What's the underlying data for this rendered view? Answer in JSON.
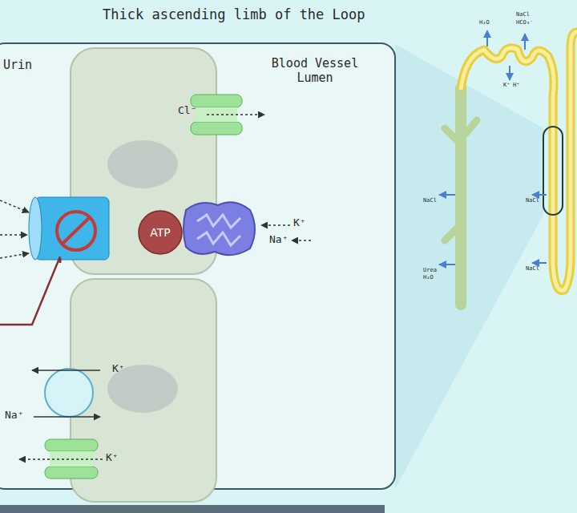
{
  "diagram": {
    "title": "Thick ascending limb of the Loop",
    "nodes": [
      {
        "text": [
          "ATP"
        ]
      }
    ],
    "labels": [
      "Urin",
      "Blood Vessel Lumen",
      "Cl⁻",
      "K⁺",
      "Na⁺",
      "K⁺",
      "Na⁺",
      "K⁺",
      "H₂O",
      "NaCl",
      "HCO₃⁻",
      "K⁺",
      "H⁺",
      "NaCl",
      "NaCl",
      "NaCl",
      "Urea",
      "H₂O"
    ]
  }
}
